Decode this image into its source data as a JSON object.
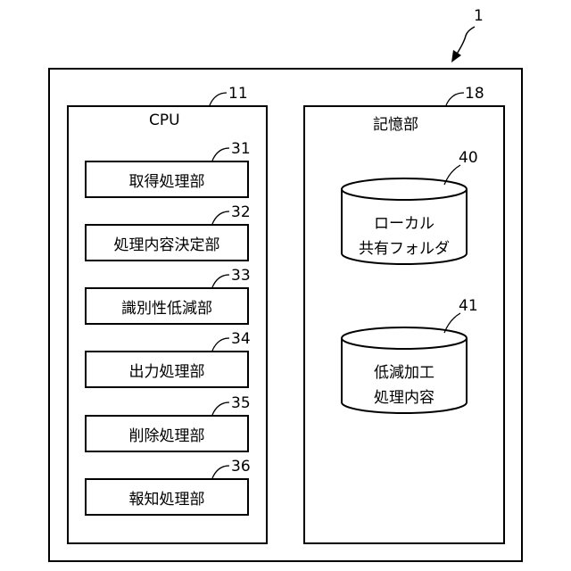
{
  "device": {
    "ref": "1"
  },
  "cpu": {
    "ref": "11",
    "label": "CPU",
    "units": [
      {
        "ref": "31",
        "label": "取得処理部"
      },
      {
        "ref": "32",
        "label": "処理内容決定部"
      },
      {
        "ref": "33",
        "label": "識別性低減部"
      },
      {
        "ref": "34",
        "label": "出力処理部"
      },
      {
        "ref": "35",
        "label": "削除処理部"
      },
      {
        "ref": "36",
        "label": "報知処理部"
      }
    ]
  },
  "storage": {
    "ref": "18",
    "label": "記憶部",
    "items": [
      {
        "ref": "40",
        "line1": "ローカル",
        "line2": "共有フォルダ"
      },
      {
        "ref": "41",
        "line1": "低減加工",
        "line2": "処理内容"
      }
    ]
  }
}
